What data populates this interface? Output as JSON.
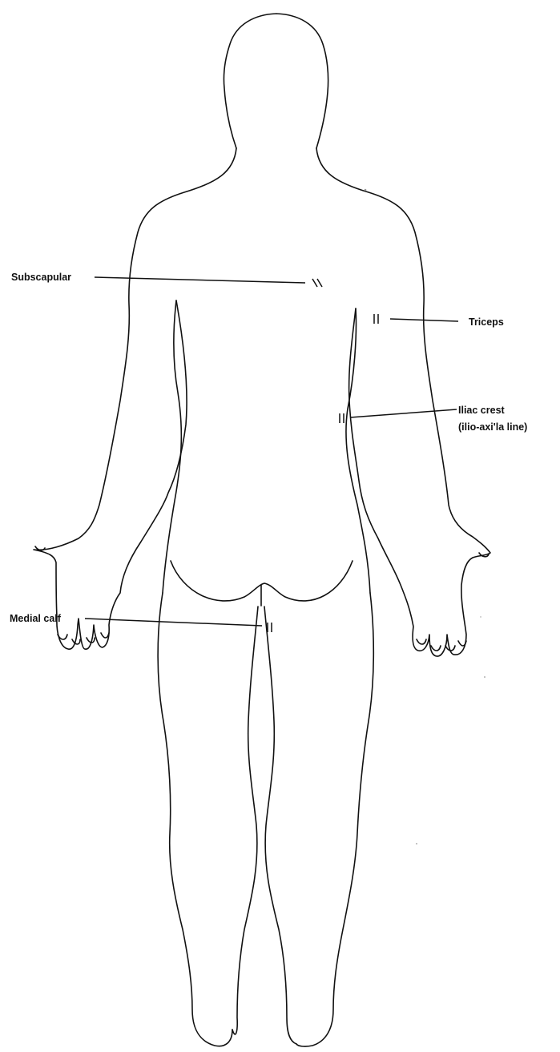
{
  "figure": {
    "line_color": "#111111",
    "background": "#ffffff"
  },
  "sites": {
    "subscapular": "Subscapular",
    "triceps": "Triceps",
    "iliac_crest_line1": "Iliac crest",
    "iliac_crest_line2": "(ilio-axi'la line)",
    "medial_calf": "Medial calf"
  }
}
